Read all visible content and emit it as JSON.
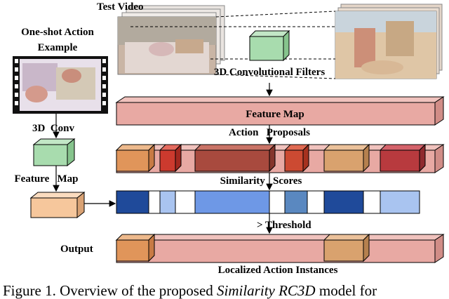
{
  "labels": {
    "test_video": "Test Video",
    "oneshot_line1": "One-shot Action",
    "oneshot_line2": "Example",
    "conv_filters": "3D Convolutional Filters",
    "feature_map": "Feature Map",
    "action_proposals": "Action   Proposals",
    "conv3d": "3D  Conv",
    "feature_map_left": "Feature   Map",
    "similarity_scores": "Similarity   Scores",
    "threshold": "> Threshold",
    "output": "Output",
    "localized": "Localized Action Instances"
  },
  "caption": {
    "prefix": "Figure 1. Overview of the proposed ",
    "model": "Similarity RC3D",
    "suffix": " model for"
  },
  "colors": {
    "feature_map": "#e8a9a3",
    "proposal_orange": "#e0955a",
    "proposal_red": "#cc3a2e",
    "proposal_brown": "#a84a3e",
    "proposal_tan": "#d9a26e",
    "proposal_crimson": "#b83a3e",
    "score_dark": "#1f4a9a",
    "score_light": "#a9c4f0",
    "score_mid": "#6e98e6",
    "score_steel": "#5a88c0",
    "conv_green": "#a8dcae",
    "feature_left": "#f6c79c"
  }
}
